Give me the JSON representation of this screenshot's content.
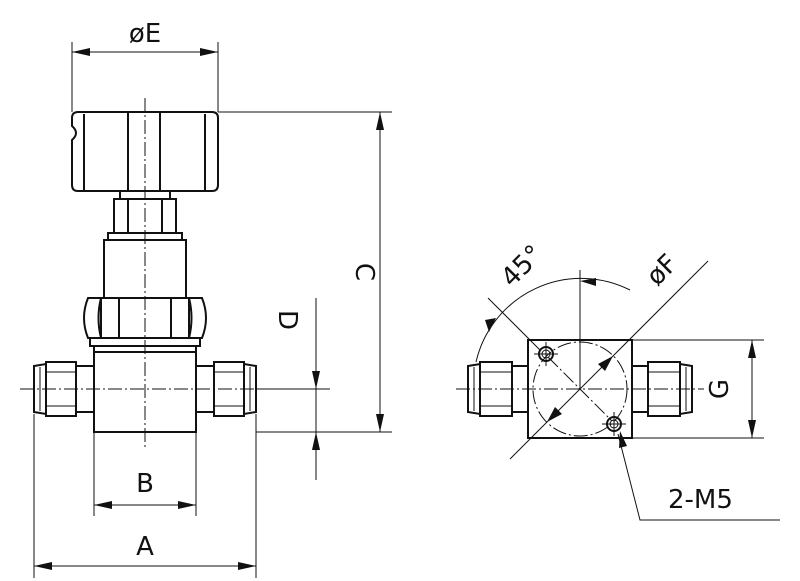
{
  "labels": {
    "dim_E": "øE",
    "dim_C": "C",
    "dim_D": "D",
    "dim_B": "B",
    "dim_A": "A",
    "dim_F": "øF",
    "dim_G": "G",
    "angle": "45°",
    "thread": "2-M5"
  }
}
